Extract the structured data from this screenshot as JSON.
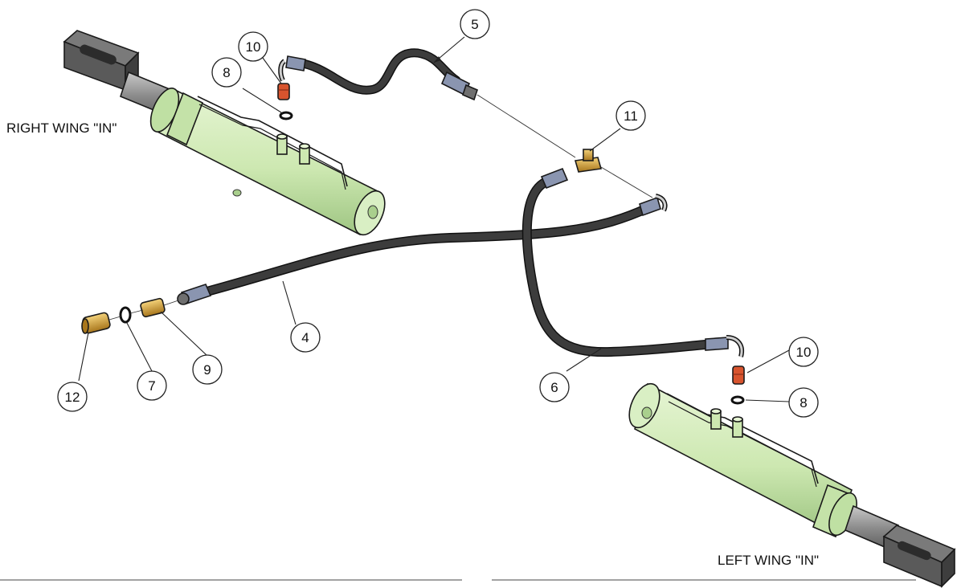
{
  "labels": {
    "right_wing": "RIGHT WING \"IN\"",
    "left_wing": "LEFT WING \"IN\""
  },
  "callouts": [
    {
      "id": "callout-5",
      "num": "5"
    },
    {
      "id": "callout-10-top",
      "num": "10"
    },
    {
      "id": "callout-8-top",
      "num": "8"
    },
    {
      "id": "callout-11",
      "num": "11"
    },
    {
      "id": "callout-4",
      "num": "4"
    },
    {
      "id": "callout-9",
      "num": "9"
    },
    {
      "id": "callout-7",
      "num": "7"
    },
    {
      "id": "callout-12",
      "num": "12"
    },
    {
      "id": "callout-6",
      "num": "6"
    },
    {
      "id": "callout-10-bottom",
      "num": "10"
    },
    {
      "id": "callout-8-bottom",
      "num": "8"
    }
  ],
  "colors": {
    "cylinder": "#cfe9b4",
    "cylinder_shade": "#a9cf8d",
    "rod": "#8a8a8a",
    "clevis": "#555555",
    "hose": "#3a3a3a",
    "ferrule": "#8a95b0",
    "brass": "#d9a63a",
    "red_fitting": "#d8542e"
  },
  "icons": [
    "hydraulic-cylinder",
    "hydraulic-hose",
    "tee-fitting",
    "elbow-fitting",
    "quick-coupler",
    "o-ring"
  ]
}
